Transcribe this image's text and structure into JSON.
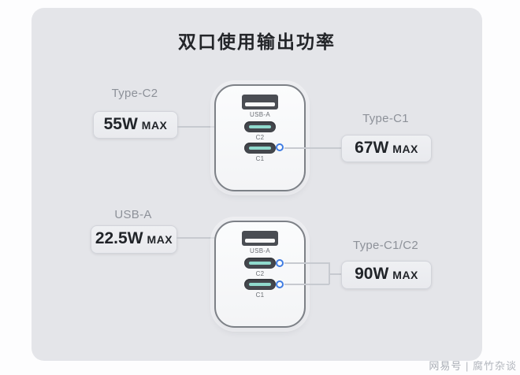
{
  "title": "双口使用输出功率",
  "sections": [
    {
      "left_label": "Type-C2",
      "left_value": "55W",
      "left_unit": "MAX",
      "right_label": "Type-C1",
      "right_value": "67W",
      "right_unit": "MAX",
      "ports": {
        "usb": "USB-A",
        "c2": "C2",
        "c1": "C1"
      }
    },
    {
      "left_label": "USB-A",
      "left_value": "22.5W",
      "left_unit": "MAX",
      "right_label": "Type-C1/C2",
      "right_value": "90W",
      "right_unit": "MAX",
      "ports": {
        "usb": "USB-A",
        "c2": "C2",
        "c1": "C1"
      }
    }
  ],
  "watermark": {
    "platform": "网易号",
    "separator": "|",
    "author": "腐竹杂谈"
  },
  "colors": {
    "panel_bg": "#e4e5e9",
    "port_teal": "#90dacd",
    "dot_blue": "#3f7ce2",
    "badge_bg": "#eceef1",
    "line_gray": "#c7cad0"
  }
}
